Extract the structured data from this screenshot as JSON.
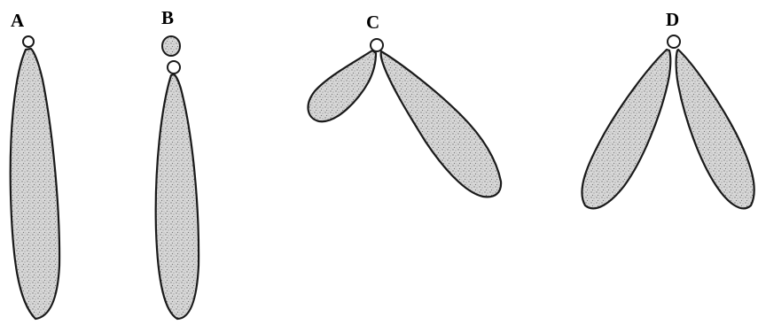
{
  "figure": {
    "panels": [
      {
        "id": "A",
        "label": "A",
        "chromosome_type": "telocentric"
      },
      {
        "id": "B",
        "label": "B",
        "chromosome_type": "acrocentric"
      },
      {
        "id": "C",
        "label": "C",
        "chromosome_type": "submetacentric"
      },
      {
        "id": "D",
        "label": "D",
        "chromosome_type": "metacentric"
      }
    ],
    "colors": {
      "fill": "#d6d6d6",
      "stipple": "#8a8a8a",
      "outline": "#1a1a1a",
      "centromere": "#ffffff",
      "background": "#ffffff"
    }
  }
}
